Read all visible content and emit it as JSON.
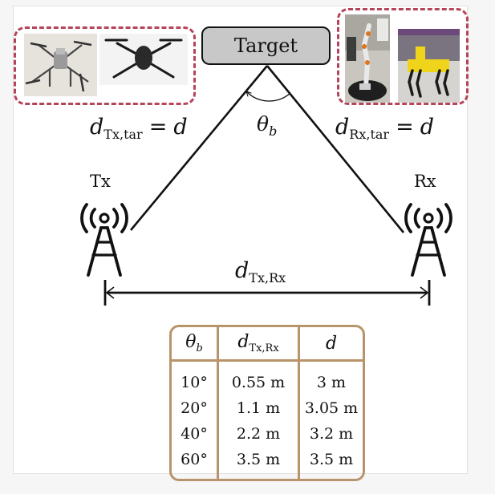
{
  "figure": {
    "target_label": "Target",
    "tx_label": "Tx",
    "rx_label": "Rx",
    "angle_label": {
      "symbol": "θ",
      "subscript": "b"
    },
    "tx_target_distance": {
      "symbol": "d",
      "subscript": "Tx,tar",
      "equals": "=",
      "value": "d"
    },
    "rx_target_distance": {
      "symbol": "d",
      "subscript": "Rx,tar",
      "equals": "=",
      "value": "d"
    },
    "baseline_distance": {
      "symbol": "d",
      "subscript": "Tx,Rx"
    },
    "targets_left_group": [
      "quadcopter-drone-photo",
      "foldable-drone-photo"
    ],
    "targets_right_group": [
      "robot-arm-photo",
      "quadruped-robot-dog-photo"
    ],
    "colors": {
      "dashed_box": "#b5445a",
      "table_border": "#b8946a",
      "target_fill": "#c8c8c8",
      "line": "#111111",
      "background": "#f6f6f6"
    }
  },
  "table": {
    "headers": [
      {
        "symbol": "θ",
        "subscript": "b"
      },
      {
        "symbol": "d",
        "subscript": "Tx,Rx"
      },
      {
        "symbol": "d",
        "subscript": ""
      }
    ],
    "rows": [
      [
        "10°",
        "0.55 m",
        "3 m"
      ],
      [
        "20°",
        "1.1 m",
        "3.05 m"
      ],
      [
        "40°",
        "2.2 m",
        "3.2 m"
      ],
      [
        "60°",
        "3.5 m",
        "3.5 m"
      ]
    ]
  }
}
